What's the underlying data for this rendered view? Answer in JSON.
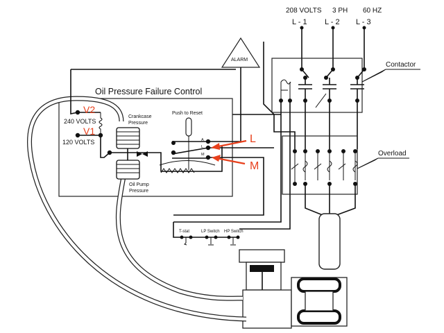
{
  "supply": {
    "voltage": "208  VOLTS",
    "phase": "3 PH",
    "frequency": "60 HZ",
    "lines": [
      "L - 1",
      "L - 2",
      "L - 3"
    ]
  },
  "alarm": {
    "label": "ALARM"
  },
  "contactor": {
    "label": "Contactor"
  },
  "overload": {
    "label": "Overload"
  },
  "control": {
    "title": "Oil Pressure Failure Control",
    "volts_240": "240 VOLTS",
    "volts_120": "120 VOLTS",
    "crankcase": [
      "Crankcase",
      "Pressure"
    ],
    "oil_pump": [
      "Oil Pump",
      "Pressure"
    ],
    "reset": "Push to Reset",
    "terminals": [
      "A",
      "L",
      "M"
    ]
  },
  "switches": {
    "tstat": "T-stat",
    "lp": "LP Switch",
    "hp": "HP Switch"
  },
  "annotations": {
    "v2": "V2",
    "v1": "V1",
    "l": "L",
    "m": "M",
    "color": "#e8401c"
  }
}
